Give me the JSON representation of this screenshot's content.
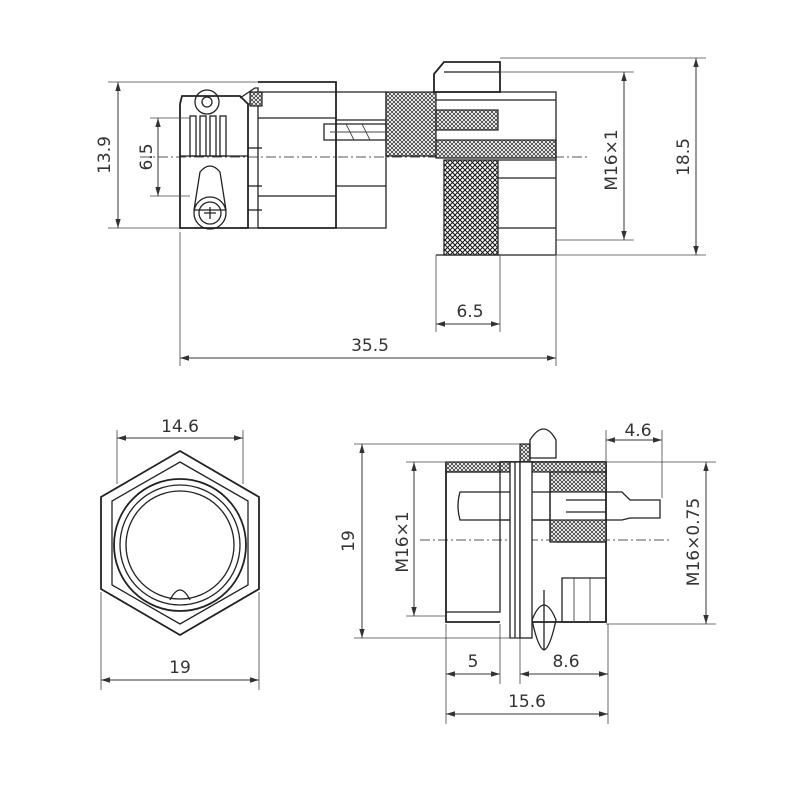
{
  "dimensions": {
    "top_view": {
      "height_13_9": "13.9",
      "pin_6_5": "6.5",
      "thread_m16x1": "M16×1",
      "height_18_5": "18.5",
      "nut_6_5": "6.5",
      "length_35_5": "35.5"
    },
    "front_view": {
      "flats_14_6": "14.6",
      "across_19": "19"
    },
    "side_view": {
      "height_19": "19",
      "thread_m16x1": "M16×1",
      "tail_4_6": "4.6",
      "thread_m16x075": "M16×0.75",
      "nut_5": "5",
      "body_8_6": "8.6",
      "total_15_6": "15.6"
    }
  }
}
